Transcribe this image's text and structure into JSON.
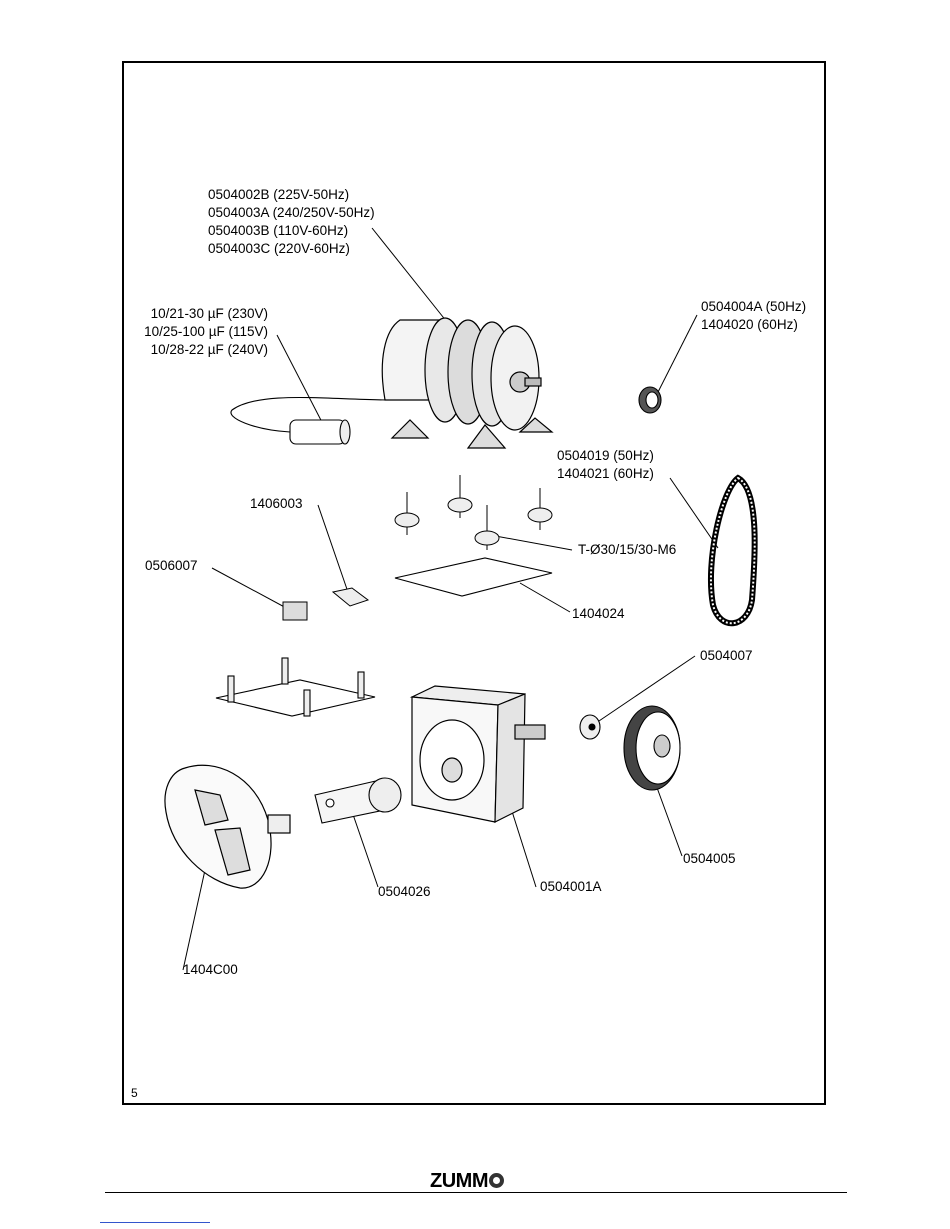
{
  "labels": {
    "motor": [
      "0504002B (225V-50Hz)",
      "0504003A (240/250V-50Hz)",
      "0504003B (110V-60Hz)",
      "0504003C (220V-60Hz)"
    ],
    "capacitor": [
      "10/21-30 µF (230V)",
      "10/25-100 µF (115V)",
      "10/28-22 µF (240V)"
    ],
    "pulley": [
      "0504004A (50Hz)",
      "1404020 (60Hz)"
    ],
    "belt": [
      "0504019 (50Hz)",
      "1404021 (60Hz)"
    ],
    "bracket": "1406003",
    "switch": "0506007",
    "damper": "T-Ø30/15/30-M6",
    "motor_plate": "1404024",
    "small_gear": "0504007",
    "large_gear": "0504005",
    "gearbox": "0504001A",
    "crank": "0504026",
    "cam_disc": "1404C00"
  },
  "page_number": "5",
  "brand": "ZUMM"
}
